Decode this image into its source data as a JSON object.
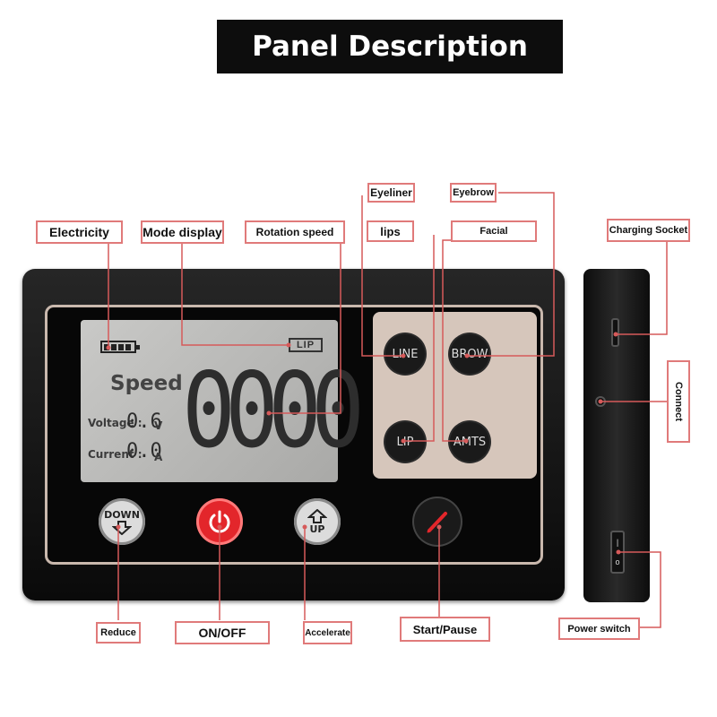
{
  "title": "Panel Description",
  "display": {
    "mode": "LIP",
    "speed_label": "Speed",
    "speed_value": "0000",
    "voltage_label": "Voltage :",
    "voltage_value": "0.6",
    "voltage_unit": "V",
    "current_label": "Current :",
    "current_value": "0.0",
    "current_unit": "A",
    "battery_bars": 4
  },
  "mode_buttons": [
    "LINE",
    "BROW",
    "LIP",
    "AMTS"
  ],
  "control_buttons": {
    "down": "DOWN",
    "up": "UP"
  },
  "labels": {
    "electricity": "Electricity",
    "mode_display": "Mode display",
    "rotation_speed": "Rotation speed",
    "eyeliner": "Eyeliner",
    "eyebrow": "Eyebrow",
    "lips": "lips",
    "facial": "Facial",
    "charging_socket": "Charging Socket",
    "connect": "Connect",
    "power_switch": "Power switch",
    "reduce": "Reduce",
    "on_off": "ON/OFF",
    "accelerate": "Accelerate",
    "start_pause": "Start/Pause"
  },
  "colors": {
    "callout_border": "#e07a7a",
    "leader_line": "#d65a5a",
    "power_red": "#e3262b",
    "title_bg": "#0d0d0d"
  },
  "icons": [
    "battery-icon",
    "power-icon",
    "down-arrow-icon",
    "up-arrow-icon",
    "pen-icon"
  ]
}
